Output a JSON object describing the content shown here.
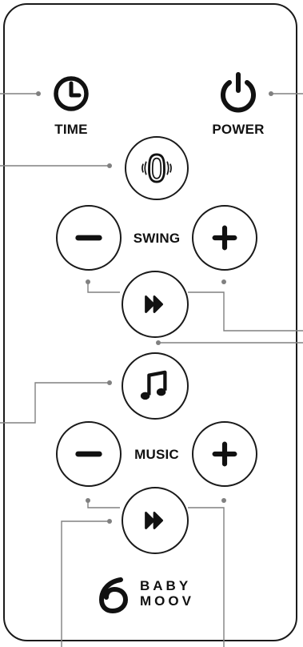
{
  "remote": {
    "time_label": "TIME",
    "power_label": "POWER",
    "swing_label": "SWING",
    "music_label": "MUSIC"
  },
  "brand": {
    "line1": "BABY",
    "line2": "MOOV",
    "logo_icon": "baby-moov-swirl-logo"
  },
  "icons": {
    "time": "clock-icon",
    "power": "power-icon",
    "swing_mode": "cradle-swing-icon",
    "swing_minus": "minus-icon",
    "swing_plus": "plus-icon",
    "swing_next": "fast-forward-icon",
    "music": "music-note-icon",
    "music_minus": "minus-icon",
    "music_plus": "plus-icon",
    "music_next": "fast-forward-icon"
  },
  "colors": {
    "outline": "#1a1a1a",
    "leader_line": "#808080"
  }
}
